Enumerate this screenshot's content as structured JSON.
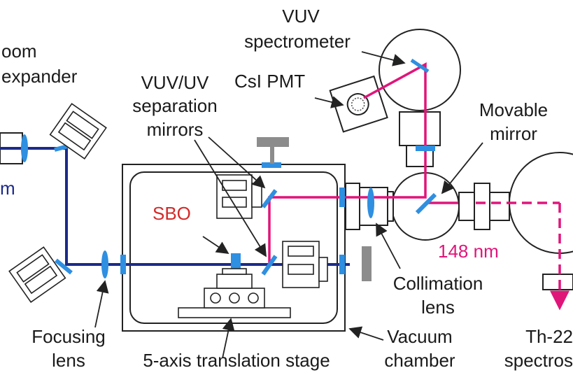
{
  "labels": {
    "vuv_line1": "VUV",
    "vuv_line2": "spectrometer",
    "zoom_line1": "oom",
    "zoom_line2": "expander",
    "sep_line1": "VUV/UV",
    "sep_line2": "separation",
    "sep_line3": "mirrors",
    "csi_pmt": "CsI PMT",
    "movable_line1": "Movable",
    "movable_line2": "mirror",
    "left_nm": "m",
    "sbo": "SBO",
    "nm148": "148 nm",
    "collimation_line1": "Collimation",
    "collimation_line2": "lens",
    "focusing_line1": "Focusing",
    "focusing_line2": "lens",
    "stage": "5-axis translation stage",
    "vacuum_line1": "Vacuum",
    "vacuum_line2": "chamber",
    "th_line1": "Th-22",
    "th_line2": "spectros"
  },
  "colors": {
    "uv_beam": "#1c2a8a",
    "vuv_beam": "#e0157a",
    "optic": "#2f8fe0",
    "label_red": "#d42a2a"
  }
}
